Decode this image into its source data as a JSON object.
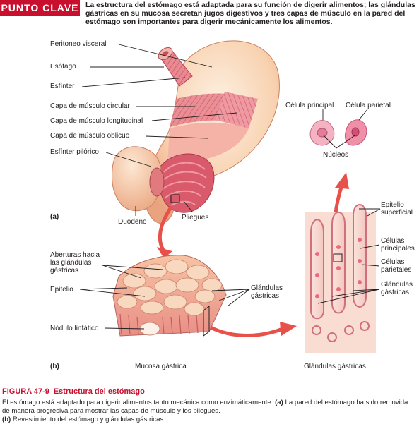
{
  "header": {
    "badge": "PUNTO CLAVE",
    "text": "La estructura del estómago está adaptada para su función de digerir alimentos; las glándulas gástricas en su mucosa secretan jugos digestivos y tres capas de músculo en la pared del estómago son importantes para digerir mecánicamente los alimentos."
  },
  "panel_a": {
    "letter": "(a)",
    "labels": {
      "peritoneo": "Peritoneo visceral",
      "esofago": "Esófago",
      "esfinter": "Esfínter",
      "circular": "Capa de músculo circular",
      "longitudinal": "Capa de músculo longitudinal",
      "oblicuo": "Capa de músculo oblicuo",
      "piloro": "Esfínter pilórico",
      "duodeno": "Duodeno",
      "pliegues": "Pliegues"
    }
  },
  "cells": {
    "principal": "Célula principal",
    "parietal": "Célula parietal",
    "nucleos": "Núcleos"
  },
  "panel_b": {
    "letter": "(b)",
    "labels": {
      "aberturas": "Aberturas hacia las glándulas gástricas",
      "epitelio": "Epitelio",
      "nodulo": "Nódulo linfático",
      "glandulas": "Glándulas gástricas",
      "mucosa": "Mucosa gástrica"
    }
  },
  "glands": {
    "epitelio_sup": "Epitelio superficial",
    "principales": "Células principales",
    "parietales": "Células parietales",
    "glandulas": "Glándulas gástricas",
    "caption": "Glándulas gástricas"
  },
  "figure": {
    "number": "FIGURA 47-9",
    "title": "Estructura del estómago",
    "caption_1": "El estómago está adaptado para digerir alimentos tanto mecánica como enzimáticamente.",
    "caption_a_tag": "(a)",
    "caption_a": "La pared del estómago ha sido removida de manera progresiva para mostrar las capas de músculo y los pliegues.",
    "caption_b_tag": "(b)",
    "caption_b": "Revestimiento del estómago y glándulas gástricas."
  },
  "colors": {
    "accent": "#c8102e",
    "tissue": "#f6c9a6",
    "muscle": "#e07a85",
    "arrow": "#e8504a"
  }
}
